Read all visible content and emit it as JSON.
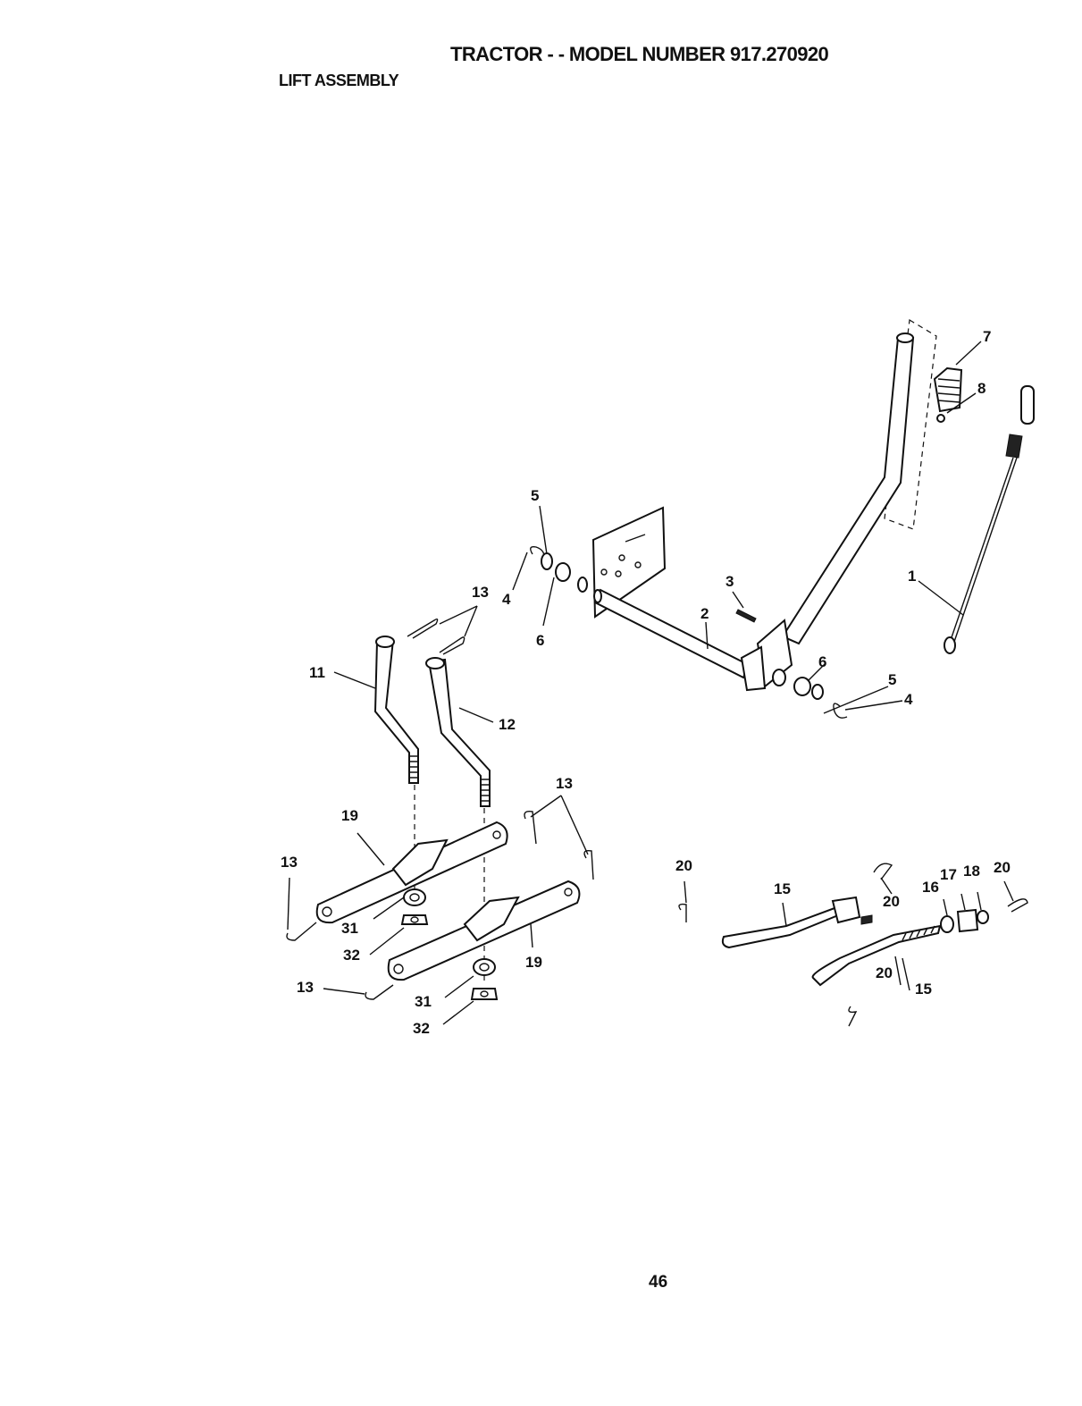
{
  "header": {
    "title": "TRACTOR - - MODEL NUMBER 917.270920",
    "section": "LIFT ASSEMBLY"
  },
  "footer": {
    "page_number": "46"
  },
  "callouts": {
    "c1": "1",
    "c2": "2",
    "c3": "3",
    "c4a": "4",
    "c4b": "4",
    "c5a": "5",
    "c5b": "5",
    "c6a": "6",
    "c6b": "6",
    "c7": "7",
    "c8": "8",
    "c11": "11",
    "c12": "12",
    "c13a": "13",
    "c13b": "13",
    "c13c": "13",
    "c13d": "13",
    "c15a": "15",
    "c15b": "15",
    "c16": "16",
    "c17": "17",
    "c18": "18",
    "c19a": "19",
    "c19b": "19",
    "c20a": "20",
    "c20b": "20",
    "c20c": "20",
    "c20d": "20",
    "c31a": "31",
    "c31b": "31",
    "c32a": "32",
    "c32b": "32"
  }
}
